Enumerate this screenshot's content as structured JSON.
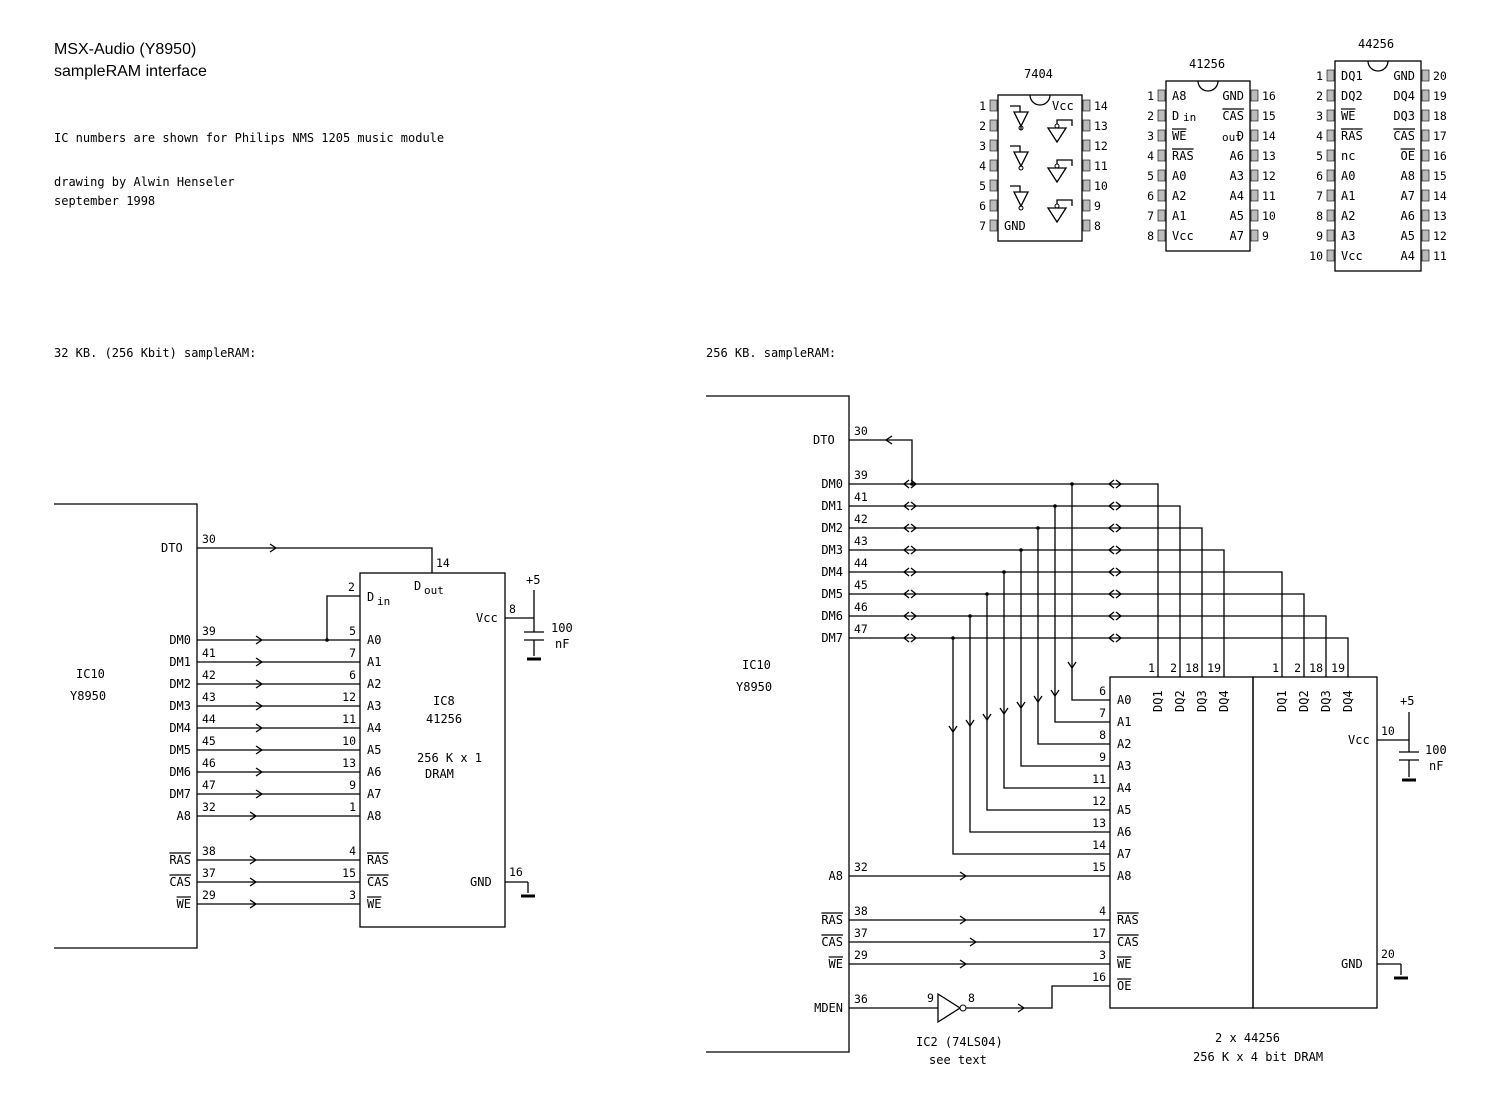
{
  "header": {
    "title_line1": "MSX-Audio (Y8950)",
    "title_line2": "sampleRAM interface",
    "note": "IC numbers are shown for Philips NMS 1205 music module",
    "credit_line1": "drawing by Alwin Henseler",
    "credit_line2": "september 1998"
  },
  "pinouts": {
    "ic7404": {
      "name": "7404",
      "left_pins": [
        "1",
        "2",
        "3",
        "4",
        "5",
        "6",
        "7"
      ],
      "right_pins": [
        "14",
        "13",
        "12",
        "11",
        "10",
        "9",
        "8"
      ],
      "vcc": "Vcc",
      "gnd": "GND"
    },
    "ic41256": {
      "name": "41256",
      "left_pins": [
        "1",
        "2",
        "3",
        "4",
        "5",
        "6",
        "7",
        "8"
      ],
      "left_names": [
        "A8",
        "D",
        "WE",
        "RAS",
        "A0",
        "A2",
        "A1",
        "Vcc"
      ],
      "right_pins": [
        "16",
        "15",
        "14",
        "13",
        "12",
        "11",
        "10",
        "9"
      ],
      "right_names": [
        "GND",
        "CAS",
        "D",
        "A6",
        "A3",
        "A4",
        "A5",
        "A7"
      ],
      "sub_in": "in",
      "sub_out": "out"
    },
    "ic44256": {
      "name": "44256",
      "left_pins": [
        "1",
        "2",
        "3",
        "4",
        "5",
        "6",
        "7",
        "8",
        "9",
        "10"
      ],
      "left_names": [
        "DQ1",
        "DQ2",
        "WE",
        "RAS",
        "nc",
        "A0",
        "A1",
        "A2",
        "A3",
        "Vcc"
      ],
      "right_pins": [
        "20",
        "19",
        "18",
        "17",
        "16",
        "15",
        "14",
        "13",
        "12",
        "11"
      ],
      "right_names": [
        "GND",
        "DQ4",
        "DQ3",
        "CAS",
        "OE",
        "A8",
        "A7",
        "A6",
        "A5",
        "A4"
      ]
    }
  },
  "left_circuit": {
    "heading": "32 KB. (256 Kbit) sampleRAM:",
    "ic10": {
      "name": "IC10",
      "part": "Y8950"
    },
    "y8950_pins": [
      {
        "sig": "DTO",
        "pin": "30"
      },
      {
        "sig": "DM0",
        "pin": "39"
      },
      {
        "sig": "DM1",
        "pin": "41"
      },
      {
        "sig": "DM2",
        "pin": "42"
      },
      {
        "sig": "DM3",
        "pin": "43"
      },
      {
        "sig": "DM4",
        "pin": "44"
      },
      {
        "sig": "DM5",
        "pin": "45"
      },
      {
        "sig": "DM6",
        "pin": "46"
      },
      {
        "sig": "DM7",
        "pin": "47"
      },
      {
        "sig": "A8",
        "pin": "32"
      },
      {
        "sig": "RAS",
        "pin": "38"
      },
      {
        "sig": "CAS",
        "pin": "37"
      },
      {
        "sig": "WE",
        "pin": "29"
      }
    ],
    "dram_left_pins": [
      {
        "name": "A0",
        "pin": "5"
      },
      {
        "name": "A1",
        "pin": "7"
      },
      {
        "name": "A2",
        "pin": "6"
      },
      {
        "name": "A3",
        "pin": "12"
      },
      {
        "name": "A4",
        "pin": "11"
      },
      {
        "name": "A5",
        "pin": "10"
      },
      {
        "name": "A6",
        "pin": "13"
      },
      {
        "name": "A7",
        "pin": "9"
      },
      {
        "name": "A8",
        "pin": "1"
      },
      {
        "name": "RAS",
        "pin": "4"
      },
      {
        "name": "CAS",
        "pin": "15"
      },
      {
        "name": "WE",
        "pin": "3"
      }
    ],
    "din_pin": "2",
    "din_label": "D",
    "din_sub": "in",
    "dout_pin": "14",
    "dout_label": "D",
    "dout_sub": "out",
    "vcc_label": "Vcc",
    "vcc_pin": "8",
    "gnd_label": "GND",
    "gnd_pin": "16",
    "supply": "+5",
    "cap_value": "100",
    "cap_unit": "nF",
    "ic8": {
      "name": "IC8",
      "part": "41256",
      "desc1": "256 K x 1",
      "desc2": "DRAM"
    }
  },
  "right_circuit": {
    "heading": "256 KB. sampleRAM:",
    "ic10": {
      "name": "IC10",
      "part": "Y8950"
    },
    "y8950_pins": [
      {
        "sig": "DTO",
        "pin": "30"
      },
      {
        "sig": "DM0",
        "pin": "39"
      },
      {
        "sig": "DM1",
        "pin": "41"
      },
      {
        "sig": "DM2",
        "pin": "42"
      },
      {
        "sig": "DM3",
        "pin": "43"
      },
      {
        "sig": "DM4",
        "pin": "44"
      },
      {
        "sig": "DM5",
        "pin": "45"
      },
      {
        "sig": "DM6",
        "pin": "46"
      },
      {
        "sig": "DM7",
        "pin": "47"
      },
      {
        "sig": "A8",
        "pin": "32"
      },
      {
        "sig": "RAS",
        "pin": "38"
      },
      {
        "sig": "CAS",
        "pin": "37"
      },
      {
        "sig": "WE",
        "pin": "29"
      },
      {
        "sig": "MDEN",
        "pin": "36"
      }
    ],
    "dram_left_pins": [
      {
        "name": "A0",
        "pin": "6"
      },
      {
        "name": "A1",
        "pin": "7"
      },
      {
        "name": "A2",
        "pin": "8"
      },
      {
        "name": "A3",
        "pin": "9"
      },
      {
        "name": "A4",
        "pin": "11"
      },
      {
        "name": "A5",
        "pin": "12"
      },
      {
        "name": "A6",
        "pin": "13"
      },
      {
        "name": "A7",
        "pin": "14"
      },
      {
        "name": "A8",
        "pin": "15"
      },
      {
        "name": "RAS",
        "pin": "4"
      },
      {
        "name": "CAS",
        "pin": "17"
      },
      {
        "name": "WE",
        "pin": "3"
      },
      {
        "name": "OE",
        "pin": "16"
      }
    ],
    "dq_labels": [
      "DQ1",
      "DQ2",
      "DQ3",
      "DQ4"
    ],
    "dq_pins": [
      "1",
      "2",
      "18",
      "19"
    ],
    "vcc_label": "Vcc",
    "vcc_pin": "10",
    "gnd_label": "GND",
    "gnd_pin": "20",
    "supply": "+5",
    "cap_value": "100",
    "cap_unit": "nF",
    "inverter": {
      "in_pin": "9",
      "out_pin": "8",
      "name": "IC2 (74LS04)",
      "note": "see text"
    },
    "dram_desc1": "2 x 44256",
    "dram_desc2": "256 K x 4 bit DRAM"
  }
}
